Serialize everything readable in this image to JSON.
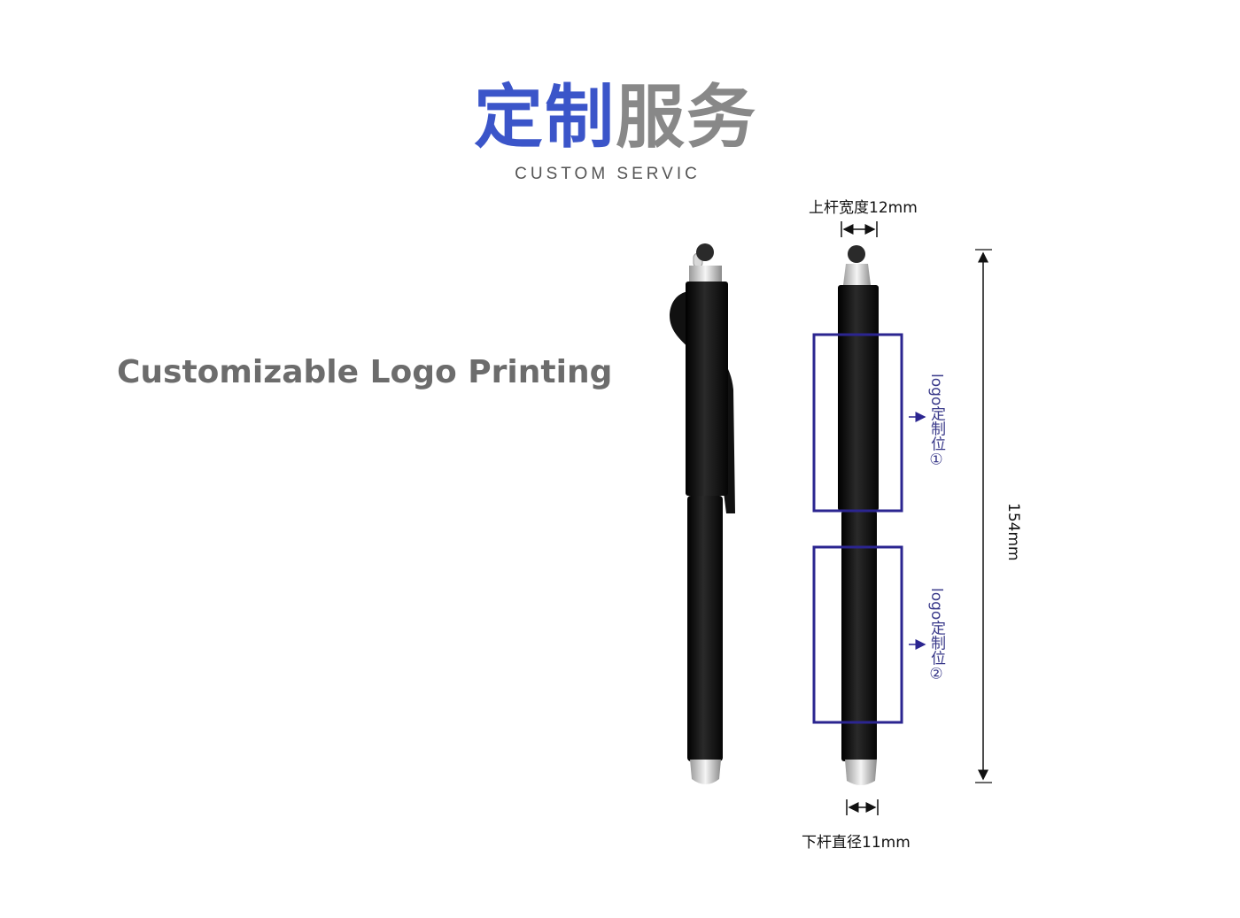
{
  "title": {
    "part1": "定制",
    "part2": "服务"
  },
  "subtitle": "CUSTOM SERVIC",
  "heading": "Customizable Logo Printing",
  "dimensions": {
    "upper_width": "上杆宽度12mm",
    "lower_diameter": "下杆直径11mm",
    "length": "154mm"
  },
  "logo_positions": [
    {
      "label": "logo定制位①"
    },
    {
      "label": "logo定制位②"
    }
  ],
  "colors": {
    "title_blue": "#3b55c9",
    "title_gray": "#888888",
    "box_outline": "#2b2590",
    "pen_body": "#1a1a1a"
  }
}
